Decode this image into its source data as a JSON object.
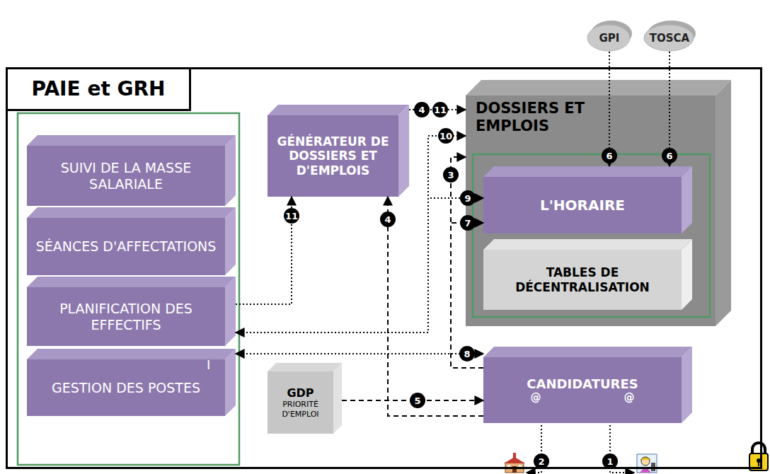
{
  "diagram": {
    "nodes": [
      {
        "text": [
          "PAIE et GRH"
        ]
      },
      {
        "text": [
          "SUIVI DE LA MASSE SALARIALE"
        ],
        "in": 0
      },
      {
        "text": [
          "SÉANCES D'AFFECTATIONS"
        ],
        "in": 0
      },
      {
        "text": [
          "PLANIFICATION DES EFFECTIFS"
        ],
        "in": 0
      },
      {
        "text": [
          "GESTION DES POSTES"
        ],
        "in": 0
      },
      {
        "text": [
          "GÉNÉRATEUR DE DOSSIERS ET D'EMPLOIS"
        ],
        "in": 0
      },
      {
        "text": [
          "DOSSIERS ET EMPLOIS"
        ],
        "in": 0
      },
      {
        "text": [
          "L'HORAIRE"
        ],
        "in": 6
      },
      {
        "text": [
          "TABLES DE DÉCENTRALISATION"
        ],
        "in": 6
      },
      {
        "text": [
          "GDP",
          "PRIORITÉ D'EMPLOI"
        ],
        "in": 0
      },
      {
        "text": [
          "CANDIDATURES",
          "@",
          "@"
        ],
        "in": 0
      },
      {
        "text": [
          "GPI"
        ]
      },
      {
        "text": [
          "TOSCA"
        ]
      }
    ],
    "edges": [
      {
        "from": 5,
        "to": 6,
        "arrow": "to",
        "label": "4"
      },
      {
        "from": 3,
        "to": 5,
        "arrow": "to",
        "label": "11"
      },
      {
        "from": 10,
        "to": 5,
        "arrow": "to",
        "label": "4"
      },
      {
        "from": 10,
        "to": 6,
        "arrow": "to",
        "label": "3"
      },
      {
        "from": 11,
        "to": 7,
        "arrow": "to",
        "label": "6"
      },
      {
        "from": 12,
        "to": 7,
        "arrow": "to",
        "label": "6"
      },
      {
        "from": 10,
        "to": 7,
        "arrow": "to",
        "label": "7"
      },
      {
        "from": 3,
        "to": 7,
        "arrow": "to",
        "label": "9"
      },
      {
        "from": 3,
        "to": 6,
        "arrow": "both",
        "label": "10"
      },
      {
        "from": 4,
        "to": 10,
        "arrow": "both",
        "label": "8"
      },
      {
        "from": 9,
        "to": 10,
        "arrow": "to",
        "label": "5"
      }
    ],
    "labels": [
      "11",
      "2",
      "1",
      "I"
    ]
  }
}
